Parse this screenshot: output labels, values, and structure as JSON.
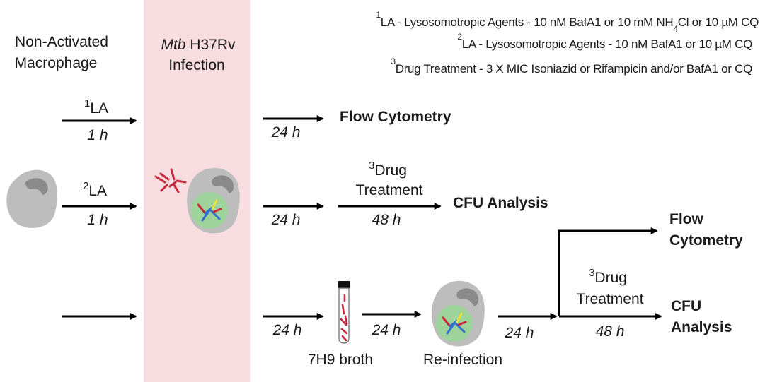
{
  "header": {
    "start_label": [
      "Non-Activated",
      "Macrophage"
    ],
    "infection_label": {
      "italic": "Mtb",
      "rest": " H37Rv",
      "line2": "Infection"
    }
  },
  "legend": [
    {
      "sup": "1",
      "text": "LA - Lysosomotropic Agents - 10 nM BafA1 or 10 mM NH",
      "sub": "4",
      "tail": "Cl or 10 µM CQ"
    },
    {
      "sup": "2",
      "text": "LA - Lysosomotropic Agents - 10 nM BafA1 or 10 µM CQ"
    },
    {
      "sup": "3",
      "text": "Drug Treatment - 3 X MIC Isoniazid or Rifampicin  and/or BafA1 or CQ"
    }
  ],
  "rows": {
    "row1": {
      "pre_sup": "1",
      "pre_label": "LA",
      "pre_time": "1 h",
      "post_time": "24 h",
      "result": "Flow Cytometry"
    },
    "row2": {
      "pre_sup": "2",
      "pre_label": "LA",
      "pre_time": "1 h",
      "post_time": "24 h",
      "drug_sup": "3",
      "drug_label": [
        "Drug",
        "Treatment"
      ],
      "drug_time": "48 h",
      "result": "CFU Analysis"
    },
    "row3": {
      "post_time": "24 h",
      "broth_label": "7H9 broth",
      "broth_time": "24 h",
      "reinfection_label": "Re-infection",
      "reinfection_time": "24 h",
      "branch_top": [
        "Flow",
        "Cytometry"
      ],
      "drug_sup": "3",
      "drug_label": [
        "Drug",
        "Treatment"
      ],
      "drug_time": "48 h",
      "branch_bottom": [
        "CFU",
        "Analysis"
      ]
    }
  },
  "colors": {
    "infection_band": "#f7dce0",
    "macrophage": "#bdbdbd",
    "nucleus": "#8a8a8a",
    "phagosome": "#9ed39c",
    "bacteria_red": "#c8283c",
    "bacteria_blue": "#2f6fd0",
    "bacteria_yellow": "#f2e234",
    "arrow": "#000000"
  },
  "icons": [
    "macrophage-icon",
    "bacteria-icon",
    "infected-macrophage-icon",
    "broth-tube-icon"
  ]
}
